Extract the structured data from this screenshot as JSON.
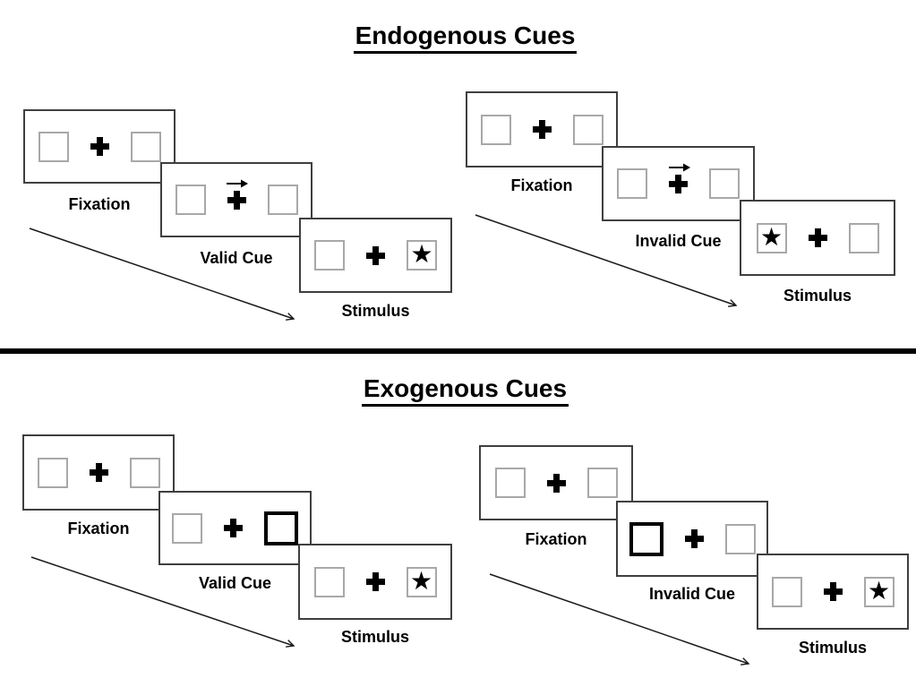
{
  "figure": {
    "sections": [
      {
        "title": "Endogenous Cues",
        "trials": [
          {
            "name": "valid",
            "panels": [
              {
                "label": "Fixation",
                "left_box": "empty",
                "right_box": "empty",
                "cue_arrow": false
              },
              {
                "label": "Valid Cue",
                "left_box": "empty",
                "right_box": "empty",
                "cue_arrow": true,
                "cue_arrow_direction": "right"
              },
              {
                "label": "Stimulus",
                "left_box": "empty",
                "right_box": "star",
                "cue_arrow": false
              }
            ]
          },
          {
            "name": "invalid",
            "panels": [
              {
                "label": "Fixation",
                "left_box": "empty",
                "right_box": "empty",
                "cue_arrow": false
              },
              {
                "label": "Invalid Cue",
                "left_box": "empty",
                "right_box": "empty",
                "cue_arrow": true,
                "cue_arrow_direction": "right"
              },
              {
                "label": "Stimulus",
                "left_box": "star",
                "right_box": "empty",
                "cue_arrow": false
              }
            ]
          }
        ]
      },
      {
        "title": "Exogenous Cues",
        "trials": [
          {
            "name": "valid",
            "panels": [
              {
                "label": "Fixation",
                "left_box": "empty",
                "right_box": "empty",
                "cue_arrow": false
              },
              {
                "label": "Valid Cue",
                "left_box": "empty",
                "right_box": "bold-outline",
                "cue_arrow": false
              },
              {
                "label": "Stimulus",
                "left_box": "empty",
                "right_box": "star",
                "cue_arrow": false
              }
            ]
          },
          {
            "name": "invalid",
            "panels": [
              {
                "label": "Fixation",
                "left_box": "empty",
                "right_box": "empty",
                "cue_arrow": false
              },
              {
                "label": "Invalid Cue",
                "left_box": "bold-outline",
                "right_box": "empty",
                "cue_arrow": false
              },
              {
                "label": "Stimulus",
                "left_box": "empty",
                "right_box": "star",
                "cue_arrow": false
              }
            ]
          }
        ]
      }
    ]
  },
  "glyphs": {
    "star": "★"
  },
  "colors": {
    "background": "#ffffff",
    "panel_border": "#3f3f3f",
    "box_border": "#a8a8a8",
    "ink": "#000000"
  }
}
